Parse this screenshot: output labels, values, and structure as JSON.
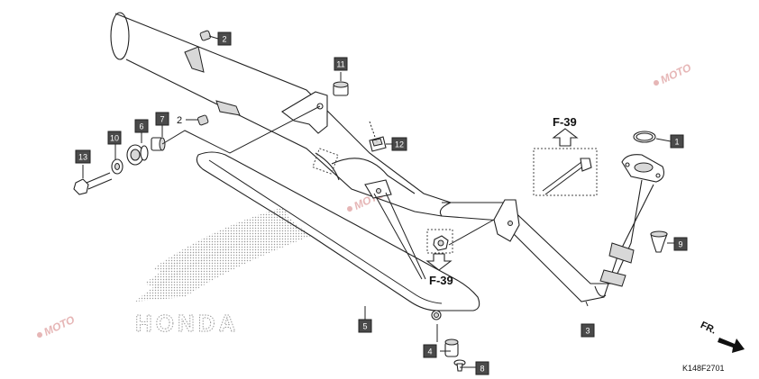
{
  "diagram": {
    "callouts": [
      {
        "id": "c1",
        "label": "1"
      },
      {
        "id": "c2",
        "label": "2"
      },
      {
        "id": "c3",
        "label": "3"
      },
      {
        "id": "c4",
        "label": "4"
      },
      {
        "id": "c5",
        "label": "5"
      },
      {
        "id": "c6",
        "label": "6"
      },
      {
        "id": "c7",
        "label": "7"
      },
      {
        "id": "c8",
        "label": "8"
      },
      {
        "id": "c9",
        "label": "9"
      },
      {
        "id": "c10",
        "label": "10"
      },
      {
        "id": "c11",
        "label": "11"
      },
      {
        "id": "c12",
        "label": "12"
      },
      {
        "id": "c13",
        "label": "13"
      }
    ],
    "plain_label_2": "2",
    "ref_top": "F-39",
    "ref_bottom": "F-39",
    "direction": "FR.",
    "drawing_code": "K148F2701",
    "brand_text": "HONDA",
    "watermark_text": "MOTO"
  },
  "colors": {
    "callout_fill": "#4a4a4a",
    "line": "#222222",
    "watermark": "#e6b6b6"
  }
}
